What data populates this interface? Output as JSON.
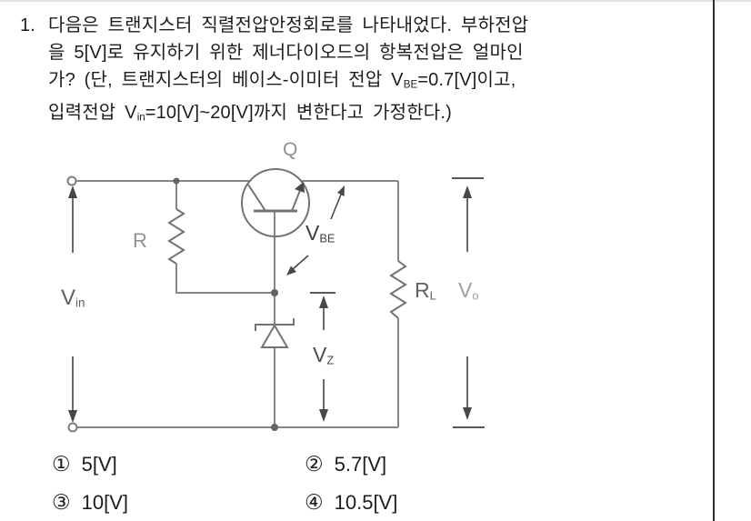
{
  "question": {
    "number": "1.",
    "line1": "다음은 트랜지스터 직렬전압안정회로를 나타내었다. 부하전압",
    "line2": "을 5[V]로 유지하기 위한 제너다이오드의 항복전압은 얼마인",
    "line3": {
      "pre": "가? (단, 트랜지스터의 베이스-이미터 전압 V",
      "sub": "BE",
      "post": "=0.7[V]이고,"
    },
    "line4": {
      "pre": "입력전압 V",
      "sub": "in",
      "post": "=10[V]~20[V]까지 변한다고 가정한다.)"
    }
  },
  "circuit": {
    "labels": {
      "q": "Q",
      "r": "R",
      "vin": {
        "main": "V",
        "sub": "in"
      },
      "vbe": {
        "main": "V",
        "sub": "BE"
      },
      "vz": {
        "main": "V",
        "sub": "Z"
      },
      "rl": {
        "main": "R",
        "sub": "L"
      },
      "vo": {
        "main": "V",
        "sub": "o"
      }
    },
    "colors": {
      "wire": "#838789",
      "component": "#6f7476",
      "arrow": "#45494b",
      "node": "#5f6466",
      "text": "#1d1d1d"
    }
  },
  "choices": [
    {
      "num": "①",
      "label": "5[V]"
    },
    {
      "num": "②",
      "label": "5.7[V]"
    },
    {
      "num": "③",
      "label": "10[V]"
    },
    {
      "num": "④",
      "label": "10.5[V]"
    }
  ]
}
